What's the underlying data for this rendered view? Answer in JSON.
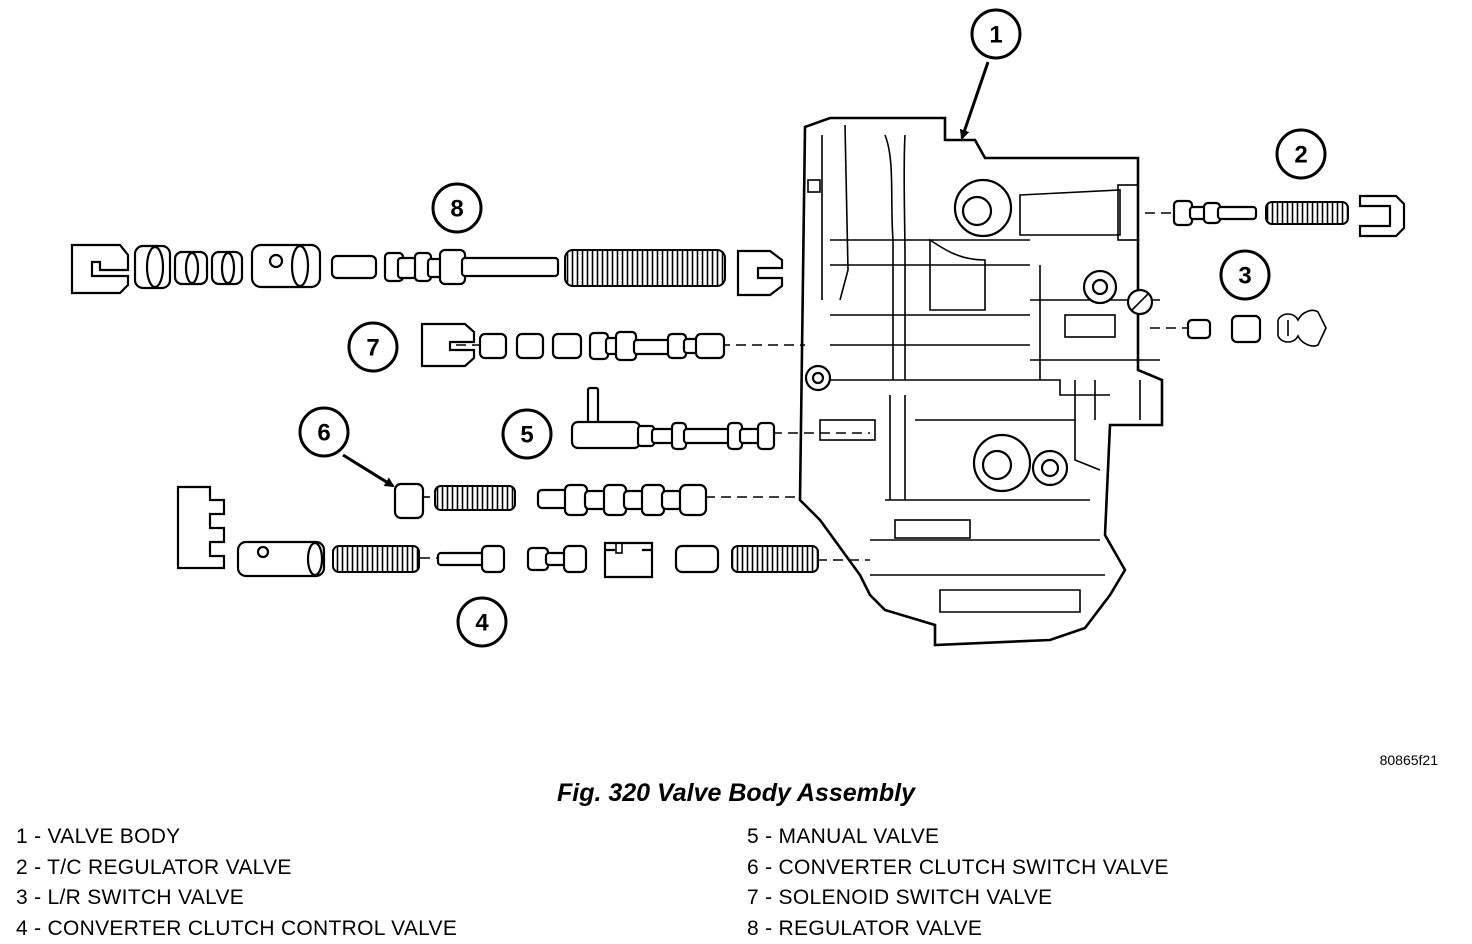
{
  "figure": {
    "caption": "Fig. 320 Valve Body Assembly",
    "image_code": "80865f21"
  },
  "callouts": [
    "1",
    "2",
    "3",
    "4",
    "5",
    "6",
    "7",
    "8"
  ],
  "legend": {
    "left": [
      "1 - VALVE BODY",
      "2 - T/C REGULATOR VALVE",
      "3 - L/R SWITCH VALVE",
      "4 - CONVERTER CLUTCH CONTROL VALVE"
    ],
    "right": [
      "5 - MANUAL VALVE",
      "6 - CONVERTER CLUTCH SWITCH VALVE",
      "7 - SOLENOID SWITCH VALVE",
      "8 - REGULATOR VALVE"
    ]
  }
}
